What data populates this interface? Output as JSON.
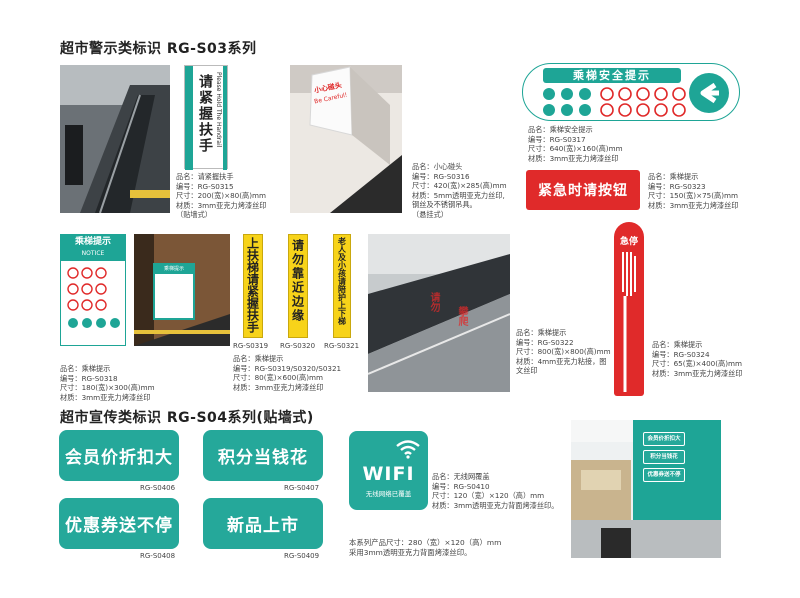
{
  "section1_title": "超市警示类标识  RG-S03系列",
  "section2_title": "超市宣传类标识  RG-S04系列(贴墙式)",
  "handrail_sign": {
    "main": "请紧握扶手",
    "en": "Please Hold The Handrail"
  },
  "careful_sign": {
    "cn": "小心碰头",
    "en": "Be Careful!"
  },
  "safety_banner": {
    "title": "乘梯安全提示"
  },
  "emergency_sign": "紧急时请按钮",
  "notice_sign": {
    "title": "乘梯提示",
    "en": "NOTICE"
  },
  "photo_notice_sign": "乘梯提示",
  "yellow_signs": [
    "上扶梯请紧握扶手",
    "请勿靠近边缘",
    "老人及小孩请陪护上下梯"
  ],
  "stop_sign": "急停",
  "glass_text": [
    "请勿",
    "攀爬"
  ],
  "products": {
    "p0315": {
      "name": "品名：请紧握扶手",
      "code": "编号：RG-S0315",
      "size": "尺寸：200(宽)×80(高)mm",
      "material": "材质：3mm亚克力烤漆丝印",
      "extra": "（贴墙式）"
    },
    "p0316": {
      "name": "品名：小心碰头",
      "code": "编号：RG-S0316",
      "size": "尺寸：420(宽)×285(高)mm",
      "material": "材质：5mm透明亚克力丝印,",
      "extra": "钢丝及不锈钢吊具。",
      "extra2": "（悬挂式）"
    },
    "p0317": {
      "name": "品名：乘梯安全提示",
      "code": "编号：RG-S0317",
      "size": "尺寸：640(宽)×160(高)mm",
      "material": "材质：3mm亚克力烤漆丝印"
    },
    "p0323": {
      "name": "品名：乘梯提示",
      "code": "编号：RG-S0323",
      "size": "尺寸：150(宽)×75(高)mm",
      "material": "材质：3mm亚克力烤漆丝印"
    },
    "p0318": {
      "name": "品名：乘梯提示",
      "code": "编号：RG-S0318",
      "size": "尺寸：180(宽)×300(高)mm",
      "material": "材质：3mm亚克力烤漆丝印"
    },
    "p0319": {
      "codes": [
        "RG-S0319",
        "RG-S0320",
        "RG-S0321"
      ],
      "name": "品名：乘梯提示",
      "code": "编号：RG-S0319/S0320/S0321",
      "size": "尺寸：80(宽)×600(高)mm",
      "material": "材质：3mm亚克力烤漆丝印"
    },
    "p0322": {
      "name": "品名：乘梯提示",
      "code": "编号：RG-S0322",
      "size": "尺寸：800(宽)×800(高)mm",
      "material": "材质：4mm亚克力粘接，图",
      "extra": "文丝印"
    },
    "p0324": {
      "name": "品名：乘梯提示",
      "code": "编号：RG-S0324",
      "size": "尺寸：65(宽)×400(高)mm",
      "material": "材质：3mm亚克力烤漆丝印"
    },
    "p0410": {
      "name": "品名：无线网覆盖",
      "code": "编号：RG-S0410",
      "size": "尺寸：120（宽）×120（高）mm",
      "material": "材质：3mm透明亚克力背面烤漆丝印。"
    }
  },
  "promos": [
    {
      "label": "会员价折扣大",
      "code": "RG-S0406"
    },
    {
      "label": "积分当钱花",
      "code": "RG-S0407"
    },
    {
      "label": "优惠券送不停",
      "code": "RG-S0408"
    },
    {
      "label": "新品上市",
      "code": "RG-S0409"
    }
  ],
  "wifi": {
    "title": "WIFI",
    "subtitle": "无线网络已覆盖"
  },
  "series_note": {
    "line1": "本系列产品尺寸：280（宽）×120（高）mm",
    "line2": "采用3mm透明亚克力背面烤漆丝印。"
  },
  "wall_signs": [
    "会员价折扣大",
    "积分当钱花",
    "优惠券送不停"
  ],
  "colors": {
    "teal": "#1ea596",
    "red": "#e02a2a",
    "yellow": "#f7d31a"
  }
}
